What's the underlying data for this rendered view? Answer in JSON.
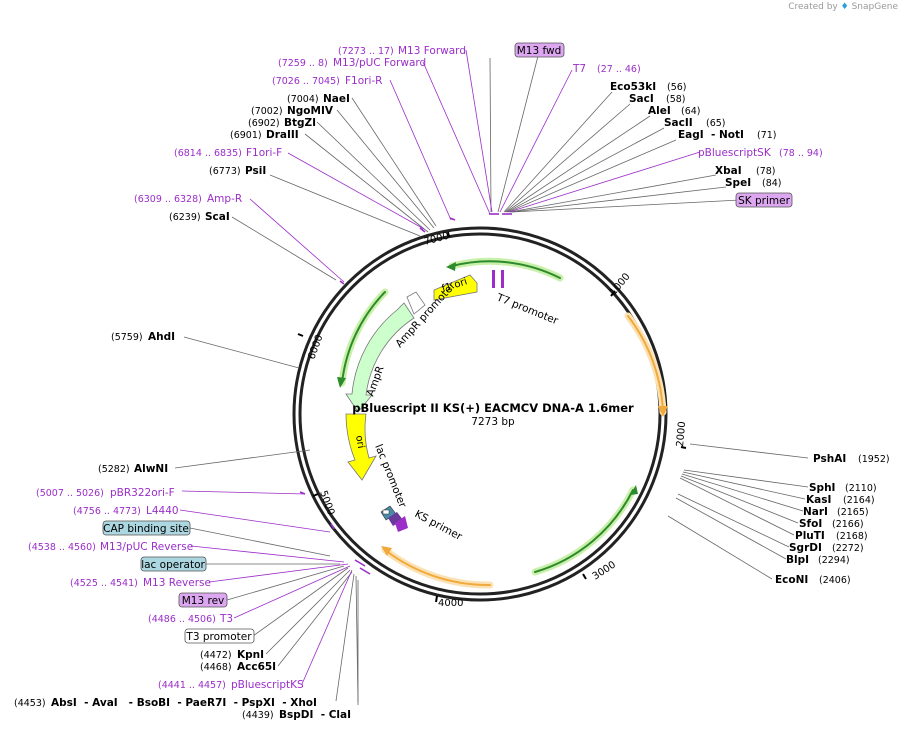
{
  "credit": {
    "created_by": "Created by",
    "brand": "SnapGene"
  },
  "map": {
    "title": "pBluescript II KS(+) EACMCV DNA-A 1.6mer",
    "length": "7273 bp"
  },
  "ticks": [
    "1000",
    "2000",
    "3000",
    "4000",
    "5000",
    "6000",
    "7000"
  ],
  "inner_features": {
    "f1_ori": "f1 ori",
    "t7_promoter": "T7 promoter",
    "ampr_promoter": "AmpR promoter",
    "ampr": "AmpR",
    "ori": "ori",
    "lac_promoter": "lac promoter",
    "ks_primer": "KS primer"
  },
  "labels": {
    "m13fwd_tag": "M13 fwd",
    "m13_forward": {
      "coord": "(7273 .. 17)",
      "name": "M13 Forward"
    },
    "m13puc_forward": {
      "coord": "(7259 .. 8)",
      "name": "M13/pUC Forward"
    },
    "f1ori_r": {
      "coord": "(7026 .. 7045)",
      "name": "F1ori-R"
    },
    "nael": {
      "coord": "(7004)",
      "name": "NaeI"
    },
    "ngomiv": {
      "coord": "(7002)",
      "name": "NgoMIV"
    },
    "btgzi": {
      "coord": "(6902)",
      "name": "BtgZI"
    },
    "draiii": {
      "coord": "(6901)",
      "name": "DraIII"
    },
    "f1ori_f": {
      "coord": "(6814 .. 6835)",
      "name": "F1ori-F"
    },
    "psil": {
      "coord": "(6773)",
      "name": "PsiI"
    },
    "amp_r": {
      "coord": "(6309 .. 6328)",
      "name": "Amp-R"
    },
    "scai": {
      "coord": "(6239)",
      "name": "ScaI"
    },
    "ahdi": {
      "coord": "(5759)",
      "name": "AhdI"
    },
    "alwni": {
      "coord": "(5282)",
      "name": "AlwNI"
    },
    "pbr322ori_f": {
      "coord": "(5007 .. 5026)",
      "name": "pBR322ori-F"
    },
    "l4440": {
      "coord": "(4756 .. 4773)",
      "name": "L4440"
    },
    "cap_site": "CAP binding site",
    "m13puc_reverse": {
      "coord": "(4538 .. 4560)",
      "name": "M13/pUC Reverse"
    },
    "lac_operator": "lac operator",
    "m13_reverse": {
      "coord": "(4525 .. 4541)",
      "name": "M13 Reverse"
    },
    "m13rev_tag": "M13 rev",
    "t3": {
      "coord": "(4486 .. 4506)",
      "name": "T3"
    },
    "t3_promoter": "T3 promoter",
    "kpni": {
      "coord": "(4472)",
      "name": "KpnI"
    },
    "acc65i": {
      "coord": "(4468)",
      "name": "Acc65I"
    },
    "pbluescriptks": {
      "coord": "(4441 .. 4457)",
      "name": "pBluescriptKS"
    },
    "bottom1": {
      "coord": "(4453)",
      "names": "AbsI  - AvaI   - BsoBI  - PaeR7I  - PspXI  - XhoI"
    },
    "bottom2": {
      "coord": "(4439)",
      "names": "BspDI  - ClaI"
    },
    "t7": {
      "name": "T7",
      "coord": "(27 .. 46)"
    },
    "eco53ki": {
      "name": "Eco53kI",
      "coord": "(56)"
    },
    "saci": {
      "name": "SacI",
      "coord": "(58)"
    },
    "alei": {
      "name": "AleI",
      "coord": "(64)"
    },
    "sacii": {
      "name": "SacII",
      "coord": "(65)"
    },
    "eagi": {
      "name": "EagI  - NotI",
      "coord": "(71)"
    },
    "pbluescriptsk": {
      "name": "pBluescriptSK",
      "coord": "(78 .. 94)"
    },
    "xbai": {
      "name": "XbaI",
      "coord": "(78)"
    },
    "spei": {
      "name": "SpeI",
      "coord": "(84)"
    },
    "sk_primer": "SK primer",
    "pshai": {
      "name": "PshAI",
      "coord": "(1952)"
    },
    "sphi": {
      "name": "SphI",
      "coord": "(2110)"
    },
    "kasi": {
      "name": "KasI",
      "coord": "(2164)"
    },
    "nari": {
      "name": "NarI",
      "coord": "(2165)"
    },
    "sfoi": {
      "name": "SfoI",
      "coord": "(2166)"
    },
    "pluti": {
      "name": "PluTI",
      "coord": "(2168)"
    },
    "sgrdi": {
      "name": "SgrDI",
      "coord": "(2272)"
    },
    "blpi": {
      "name": "BlpI",
      "coord": "(2294)"
    },
    "econi": {
      "name": "EcoNI",
      "coord": "(2406)"
    }
  },
  "colors": {
    "primer": "#9b2dc9",
    "tag_fill": "#dca6f0",
    "feature_fill": "#acd6e0",
    "yellow": "#ffff00",
    "ampr_fill": "#ccffcc",
    "orange": "#f2a93b",
    "green": "#2d8a2d"
  }
}
